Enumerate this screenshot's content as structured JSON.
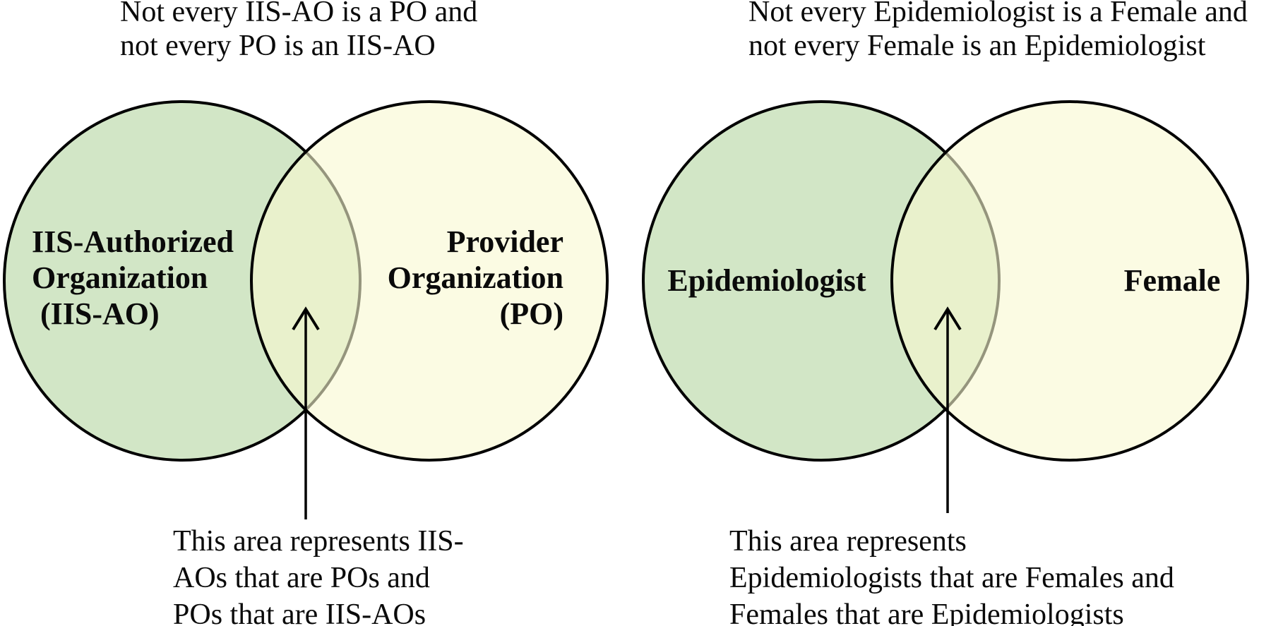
{
  "figure": {
    "description_type": "venn-diagram-pair"
  },
  "colors": {
    "background": "#ffffff",
    "green_fill": "#d2e6c6",
    "yellow_fill_translucent": "rgba(248,248,208,0.6)",
    "yellow_fill_flat": "#fbfbe3",
    "overlap_fill_flat": "#e9f1cc",
    "outline": "#000000",
    "text": "#0a0a0a"
  },
  "diagrams": [
    {
      "top_caption": [
        "Not every IIS-AO is a PO and",
        "not every PO is an IIS-AO"
      ],
      "left_circle": {
        "label_lines": [
          "IIS-Authorized",
          "Organization",
          "(IIS-AO)"
        ]
      },
      "right_circle": {
        "label_lines": [
          "Provider",
          "Organization",
          "(PO)"
        ]
      },
      "bottom_caption": [
        "This area represents IIS-",
        "AOs that are POs and",
        "POs that are IIS-AOs"
      ]
    },
    {
      "top_caption": [
        "Not every Epidemiologist is a Female and",
        "not every Female is an Epidemiologist"
      ],
      "left_circle": {
        "label_lines": [
          "Epidemiologist"
        ]
      },
      "right_circle": {
        "label_lines": [
          "Female"
        ]
      },
      "bottom_caption": [
        "This area represents",
        "Epidemiologists that are Females and",
        "Females that are Epidemiologists"
      ]
    }
  ]
}
